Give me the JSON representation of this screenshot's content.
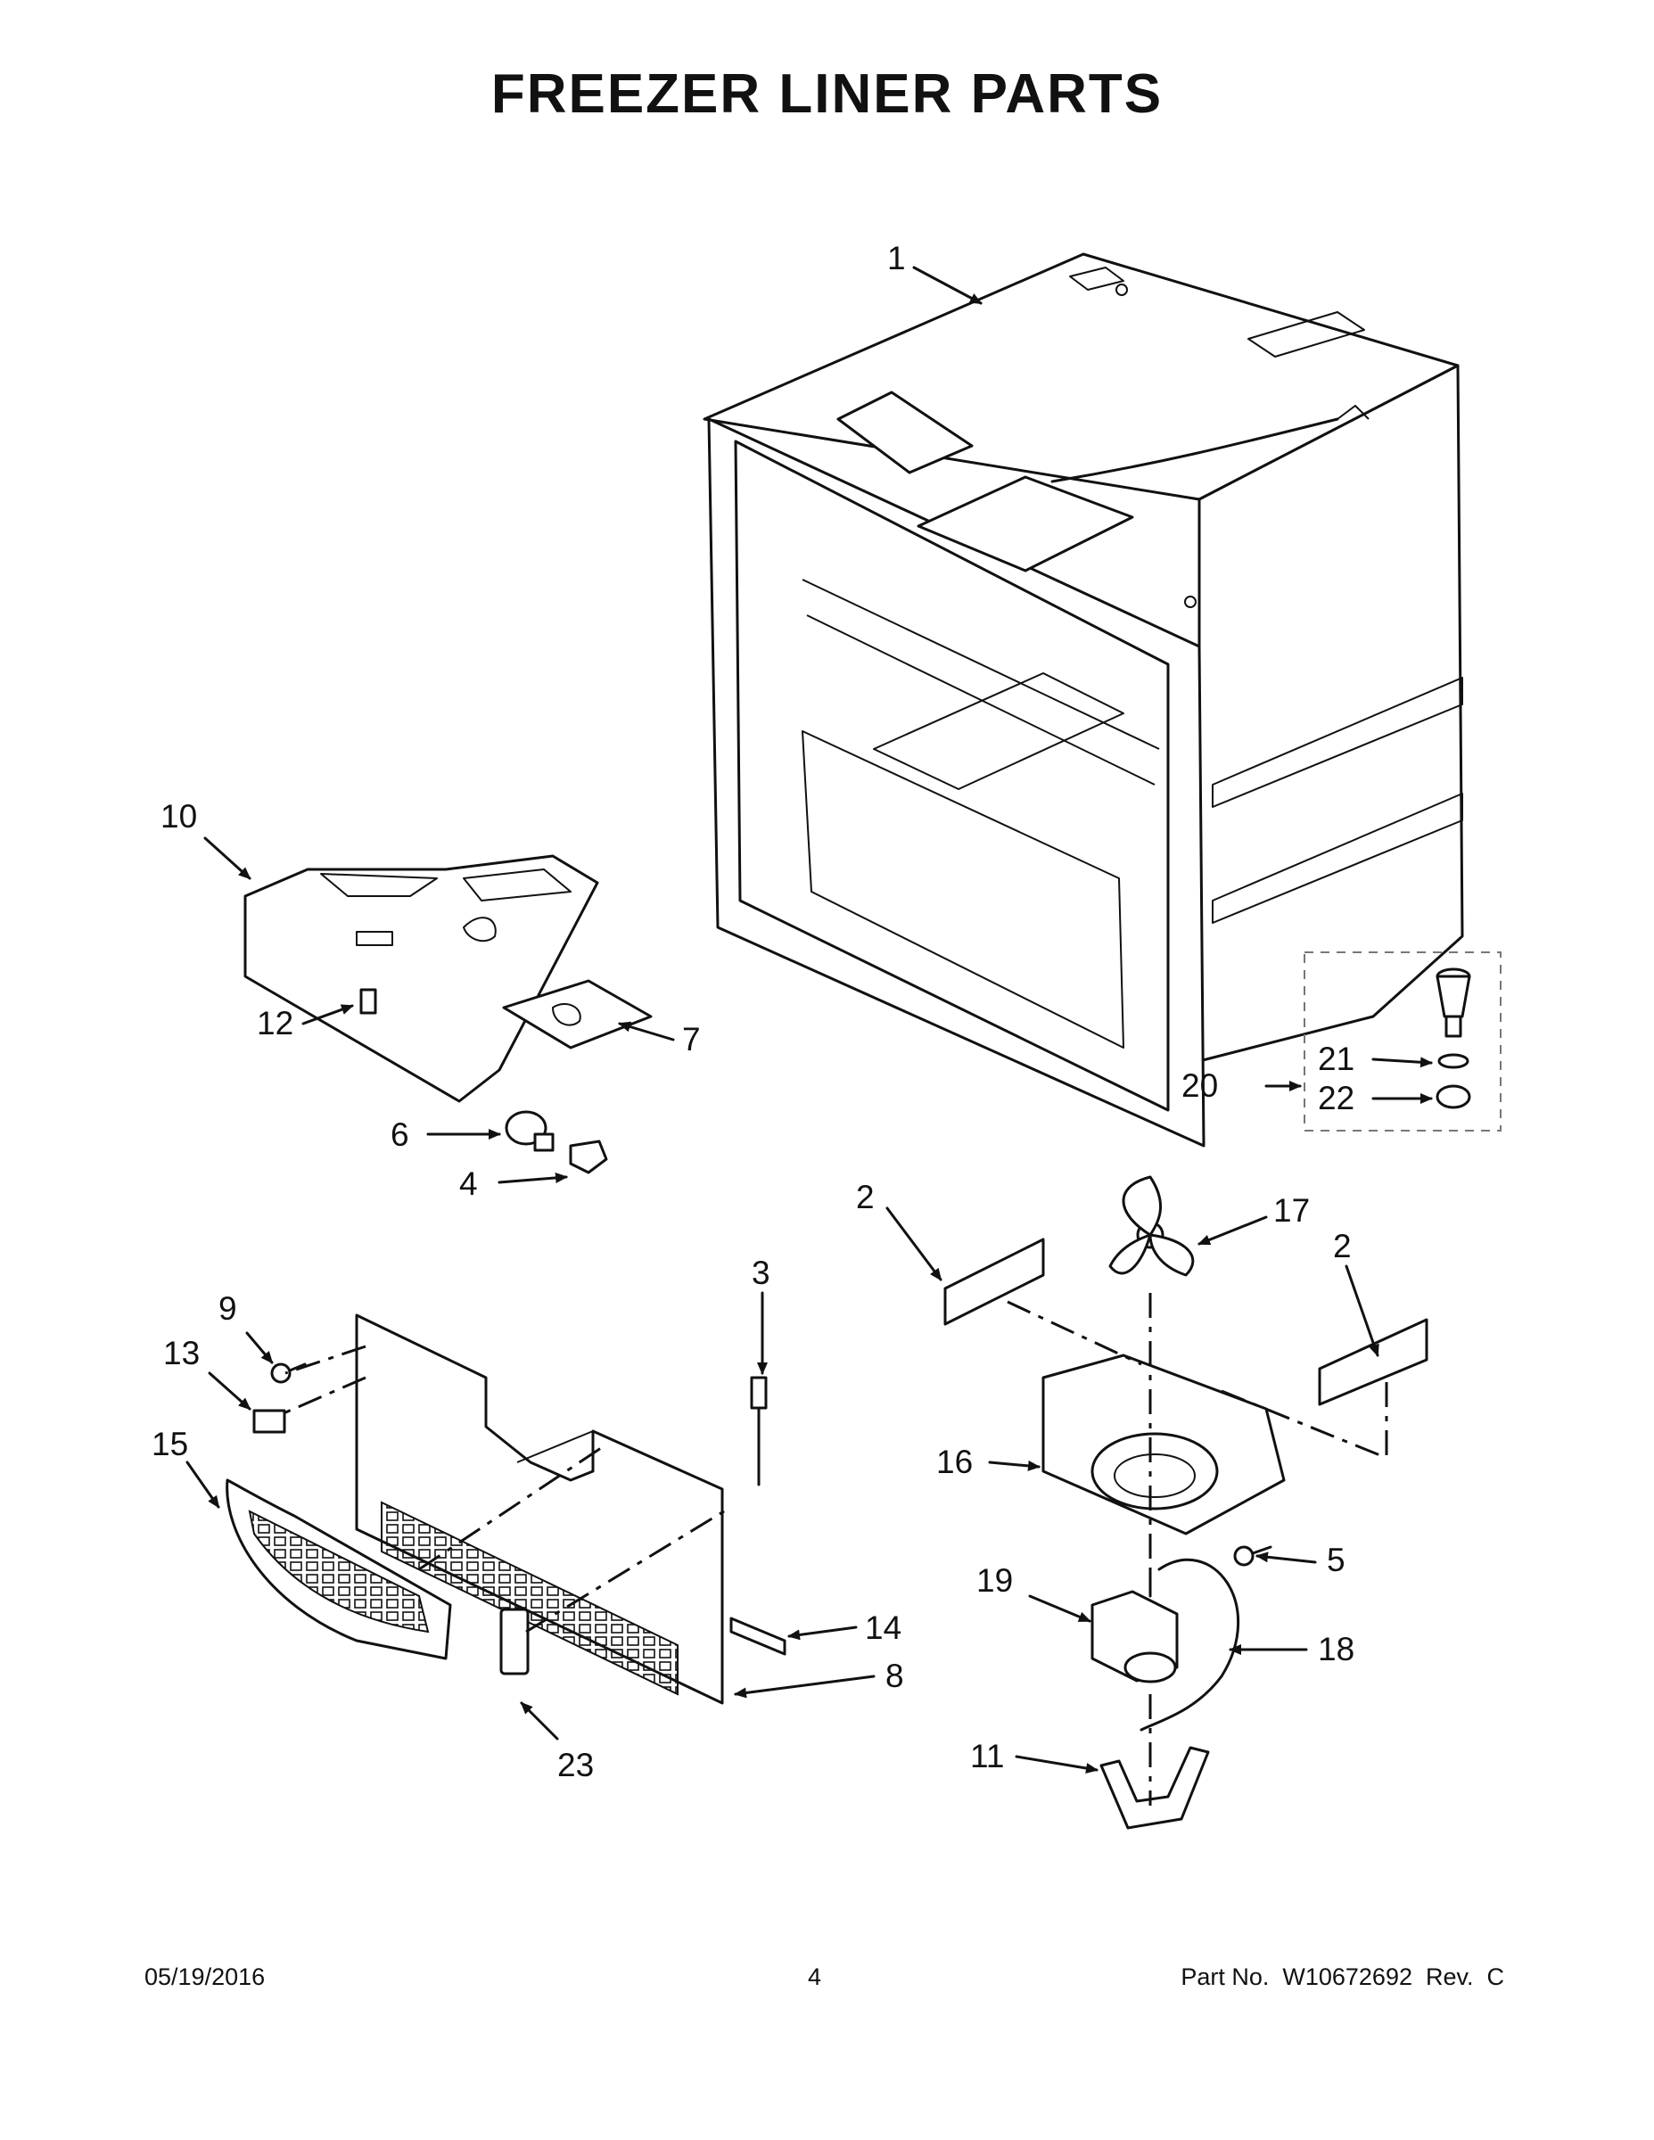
{
  "title": "FREEZER LINER PARTS",
  "callouts": [
    "1",
    "2",
    "2",
    "3",
    "4",
    "5",
    "6",
    "7",
    "8",
    "9",
    "10",
    "11",
    "12",
    "13",
    "14",
    "15",
    "16",
    "17",
    "18",
    "19",
    "20",
    "21",
    "22",
    "23"
  ],
  "footer": {
    "date": "05/19/2016",
    "page": "4",
    "part": "Part No.  W10672692  Rev.  C"
  }
}
